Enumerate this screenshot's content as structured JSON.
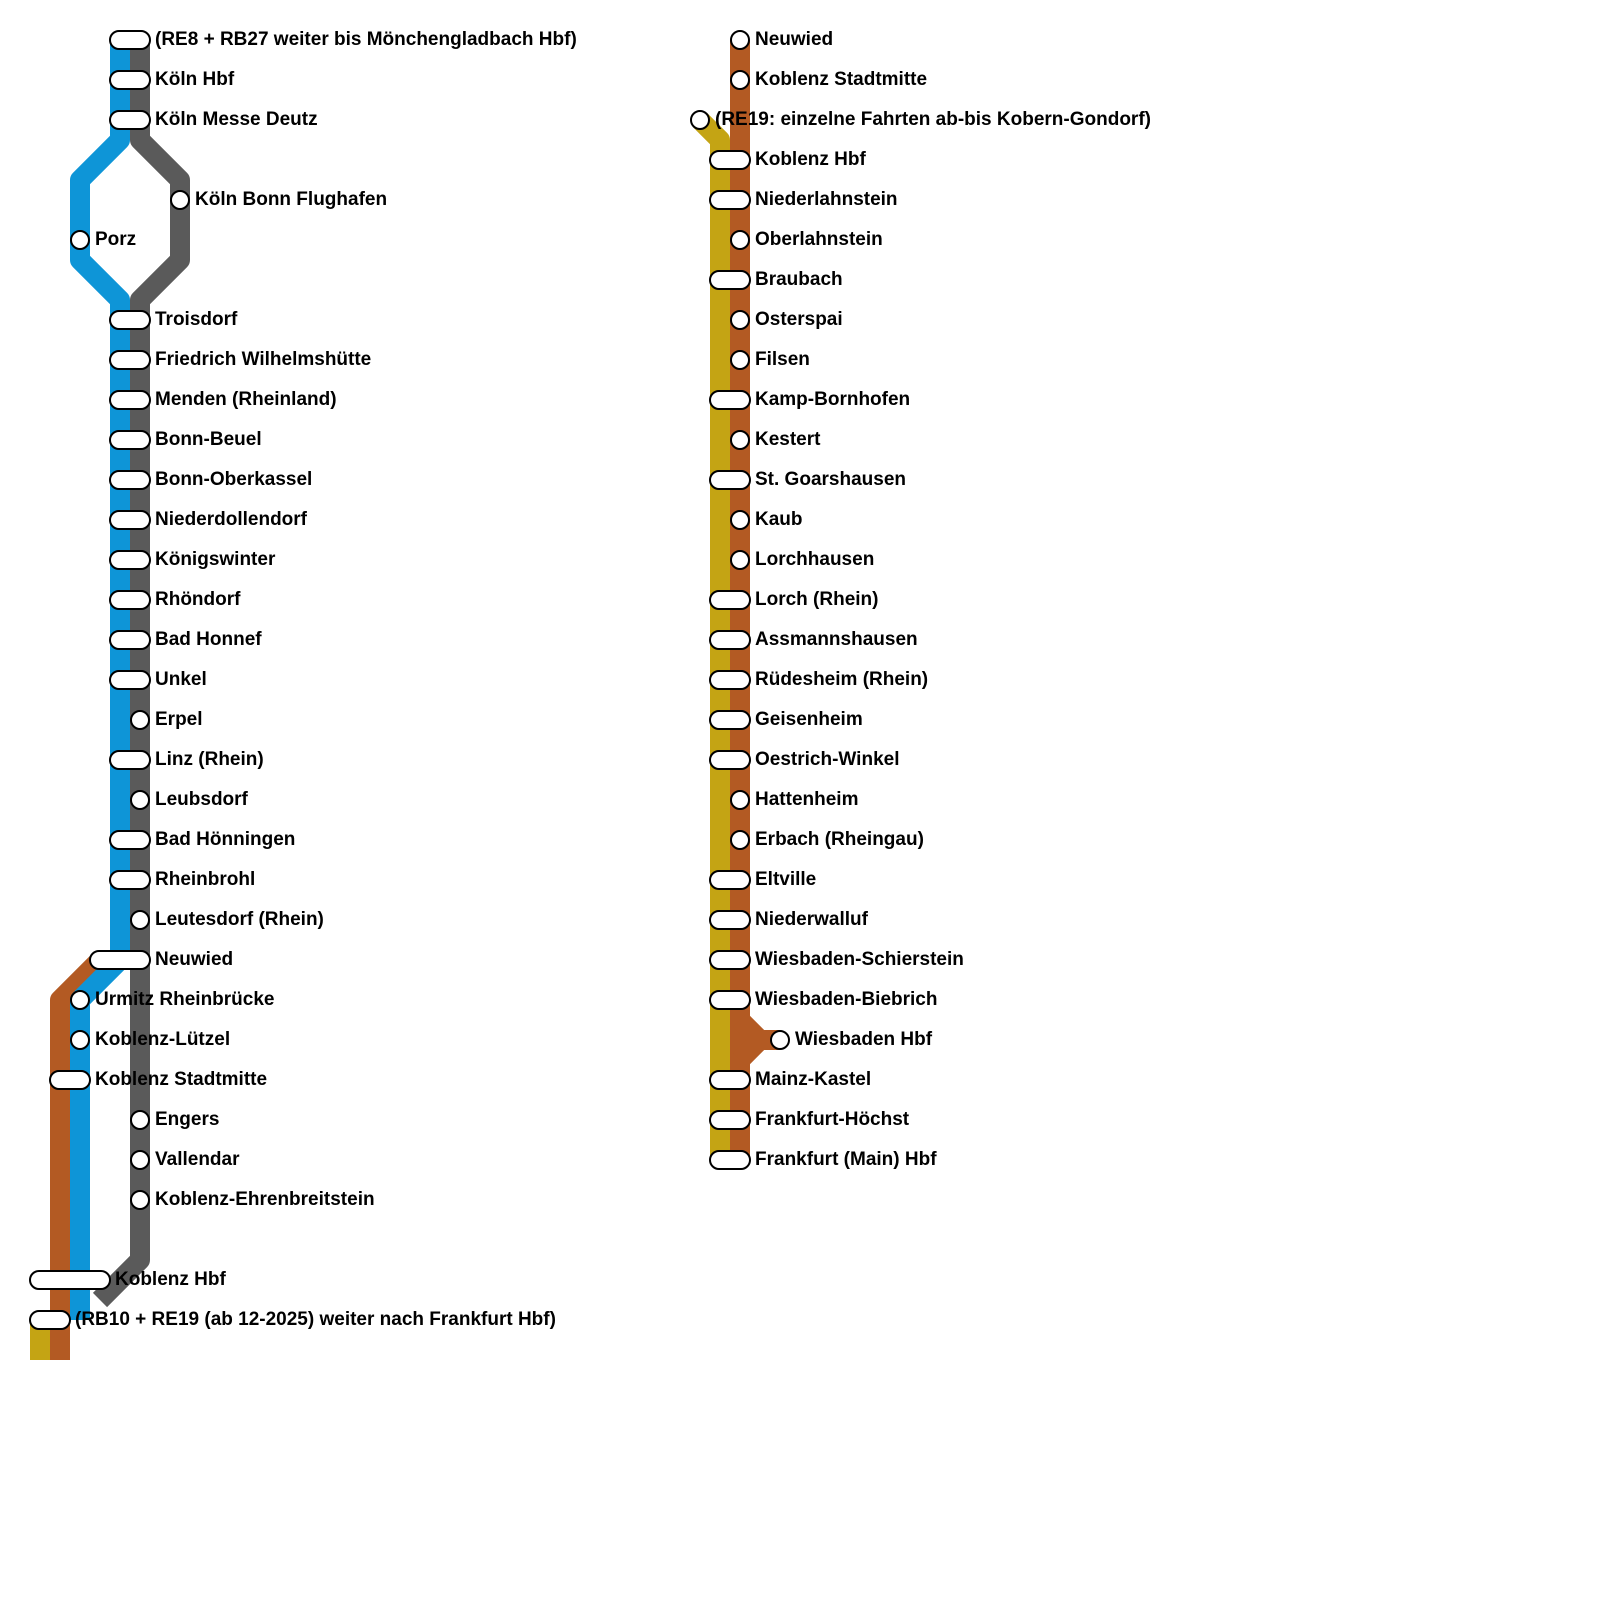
{
  "colors": {
    "blue": "#0e95d7",
    "grey": "#5a5a5a",
    "brown": "#b35a23",
    "gold": "#c4a414",
    "stop_fill": "#ffffff",
    "stop_stroke": "#000000",
    "text": "#000000"
  },
  "left_column": {
    "stations": [
      {
        "label": "(RE8 + RB27 weiter bis Mönchengladbach Hbf)",
        "marker": "pill"
      },
      {
        "label": "Köln Hbf",
        "marker": "pill"
      },
      {
        "label": "Köln Messe Deutz",
        "marker": "pill"
      },
      {
        "label": "Köln Bonn Flughafen",
        "marker": "circle"
      },
      {
        "label": "Porz",
        "marker": "circle"
      },
      {
        "label": "Troisdorf",
        "marker": "pill"
      },
      {
        "label": "Friedrich Wilhelmshütte",
        "marker": "pill"
      },
      {
        "label": "Menden (Rheinland)",
        "marker": "pill"
      },
      {
        "label": "Bonn-Beuel",
        "marker": "pill"
      },
      {
        "label": "Bonn-Oberkassel",
        "marker": "pill"
      },
      {
        "label": "Niederdollendorf",
        "marker": "pill"
      },
      {
        "label": "Königswinter",
        "marker": "pill"
      },
      {
        "label": "Rhöndorf",
        "marker": "pill"
      },
      {
        "label": "Bad Honnef",
        "marker": "pill"
      },
      {
        "label": "Unkel",
        "marker": "pill"
      },
      {
        "label": "Erpel",
        "marker": "circle"
      },
      {
        "label": "Linz (Rhein)",
        "marker": "pill"
      },
      {
        "label": "Leubsdorf",
        "marker": "circle"
      },
      {
        "label": "Bad Hönningen",
        "marker": "pill"
      },
      {
        "label": "Rheinbrohl",
        "marker": "pill"
      },
      {
        "label": "Leutesdorf (Rhein)",
        "marker": "circle"
      },
      {
        "label": "Neuwied",
        "marker": "pill"
      },
      {
        "label": "Urmitz Rheinbrücke",
        "marker": "circle"
      },
      {
        "label": "Koblenz-Lützel",
        "marker": "circle"
      },
      {
        "label": "Koblenz Stadtmitte",
        "marker": "pill"
      },
      {
        "label": "Engers",
        "marker": "circle"
      },
      {
        "label": "Vallendar",
        "marker": "circle"
      },
      {
        "label": "Koblenz-Ehrenbreitstein",
        "marker": "circle"
      },
      {
        "label": "Koblenz Hbf",
        "marker": "pill"
      },
      {
        "label": "(RB10 + RE19 (ab 12-2025) weiter nach Frankfurt Hbf)",
        "marker": "pill"
      }
    ]
  },
  "right_column": {
    "stations": [
      {
        "label": "Neuwied",
        "marker": "circle"
      },
      {
        "label": "Koblenz Stadtmitte",
        "marker": "circle"
      },
      {
        "label": "(RE19: einzelne Fahrten ab-bis Kobern-Gondorf)",
        "marker": "circle"
      },
      {
        "label": "Koblenz Hbf",
        "marker": "pill"
      },
      {
        "label": "Niederlahnstein",
        "marker": "pill"
      },
      {
        "label": "Oberlahnstein",
        "marker": "circle"
      },
      {
        "label": "Braubach",
        "marker": "pill"
      },
      {
        "label": "Osterspai",
        "marker": "circle"
      },
      {
        "label": "Filsen",
        "marker": "circle"
      },
      {
        "label": "Kamp-Bornhofen",
        "marker": "pill"
      },
      {
        "label": "Kestert",
        "marker": "circle"
      },
      {
        "label": "St. Goarshausen",
        "marker": "pill"
      },
      {
        "label": "Kaub",
        "marker": "circle"
      },
      {
        "label": "Lorchhausen",
        "marker": "circle"
      },
      {
        "label": "Lorch (Rhein)",
        "marker": "pill"
      },
      {
        "label": "Assmannshausen",
        "marker": "pill"
      },
      {
        "label": "Rüdesheim (Rhein)",
        "marker": "pill"
      },
      {
        "label": "Geisenheim",
        "marker": "pill"
      },
      {
        "label": "Oestrich-Winkel",
        "marker": "pill"
      },
      {
        "label": "Hattenheim",
        "marker": "circle"
      },
      {
        "label": "Erbach (Rheingau)",
        "marker": "circle"
      },
      {
        "label": "Eltville",
        "marker": "pill"
      },
      {
        "label": "Niederwalluf",
        "marker": "pill"
      },
      {
        "label": "Wiesbaden-Schierstein",
        "marker": "pill"
      },
      {
        "label": "Wiesbaden-Biebrich",
        "marker": "pill"
      },
      {
        "label": "Wiesbaden Hbf",
        "marker": "circle"
      },
      {
        "label": "Mainz-Kastel",
        "marker": "pill"
      },
      {
        "label": "Frankfurt-Höchst",
        "marker": "pill"
      },
      {
        "label": "Frankfurt (Main) Hbf",
        "marker": "pill"
      }
    ]
  }
}
